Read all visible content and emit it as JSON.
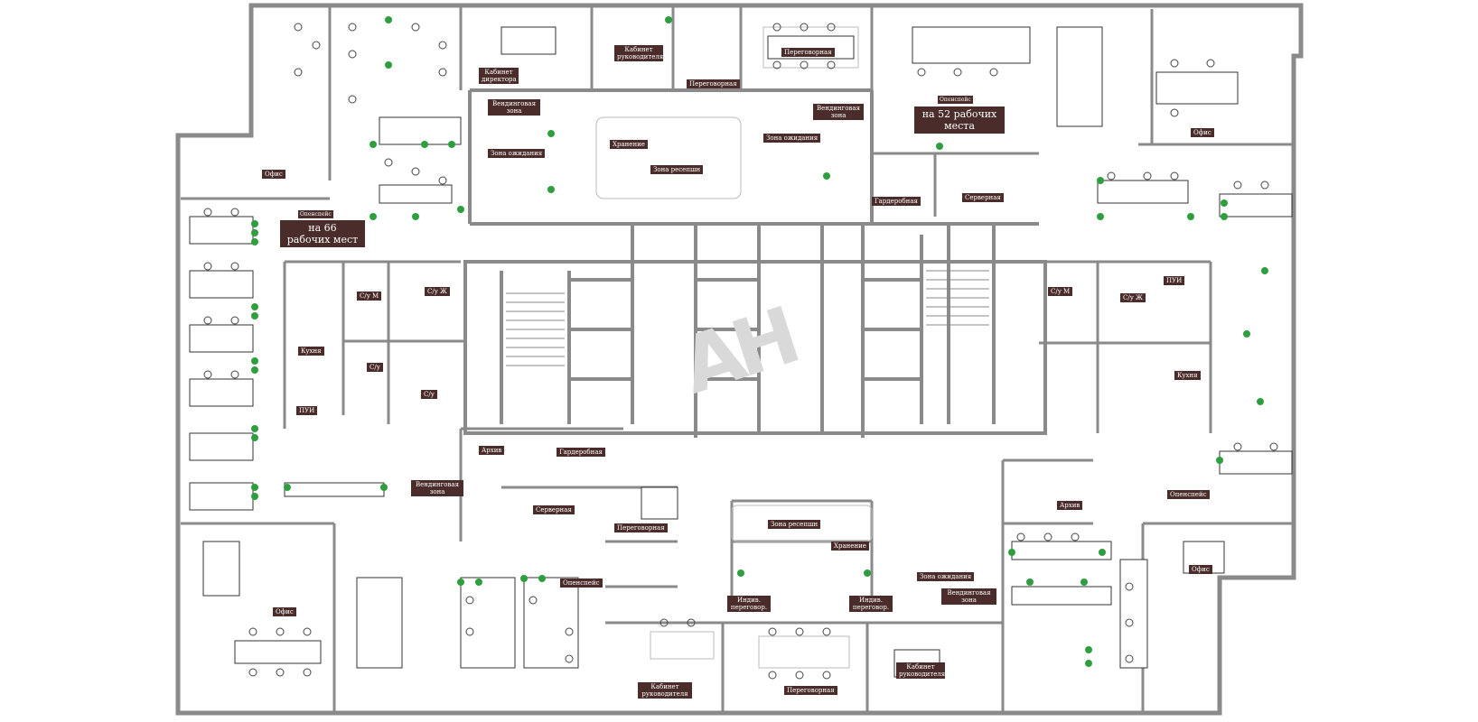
{
  "watermark": "AH",
  "colors": {
    "wall": "#8a8a8a",
    "label_bg": "#4a2c2a",
    "label_fg": "#ffffff",
    "plant": "#2e9e3e"
  },
  "labels": {
    "office_nw": "Офис",
    "openspace_66_title": "Опенспейс",
    "openspace_66_caption": "на 66 рабочих мест",
    "director_cabinet_top": "Кабинет директора",
    "vending_top_left": "Вендинговая зона",
    "waiting_zone_left": "Зона ожидания",
    "manager_cabinet_top": "Кабинет руководителя",
    "meeting_small_top": "Переговорная",
    "meeting_top": "Переговорная",
    "storage_top": "Хранение",
    "reception_top": "Зона ресепшн",
    "vending_top_right": "Вендинговая зона",
    "waiting_zone_right": "Зона ожидания",
    "openspace_52_title": "Опенспейс",
    "openspace_52_caption": "на 52 рабочих места",
    "office_ne": "Офис",
    "wardrobe_top": "Гардеробная",
    "server_top": "Серверная",
    "wc_m_left": "С/у М",
    "wc_f_left": "С/у Ж",
    "kitchen_left": "Кухня",
    "wc_left": "С/у",
    "puy_left": "ПУИ",
    "wc_left2": "С/у",
    "wc_m_right": "С/у М",
    "wc_f_right": "С/у Ж",
    "puy_right": "ПУИ",
    "kitchen_right": "Кухня",
    "archive_left": "Архив",
    "wardrobe_bottom": "Гардеробная",
    "vending_bottom_left": "Вендинговая зона",
    "server_bottom": "Серверная",
    "meeting_bottom_small": "Переговорная",
    "reception_bottom": "Зона ресепшн",
    "storage_bottom": "Хранение",
    "waiting_zone_bottom": "Зона ожидания",
    "archive_right": "Архив",
    "openspace_se": "Опенспейс",
    "office_se": "Офис",
    "office_sw": "Офис",
    "openspace_bottom": "Опенспейс",
    "indiv_meeting_left": "Индив. переговор.",
    "indiv_meeting_right": "Индив. переговор.",
    "vending_bottom_right": "Вендинговая зона",
    "manager_cabinet_bottom": "Кабинет руководителя",
    "meeting_bottom": "Переговорная",
    "cabinet_bottom_right": "Кабинет руководителя"
  }
}
